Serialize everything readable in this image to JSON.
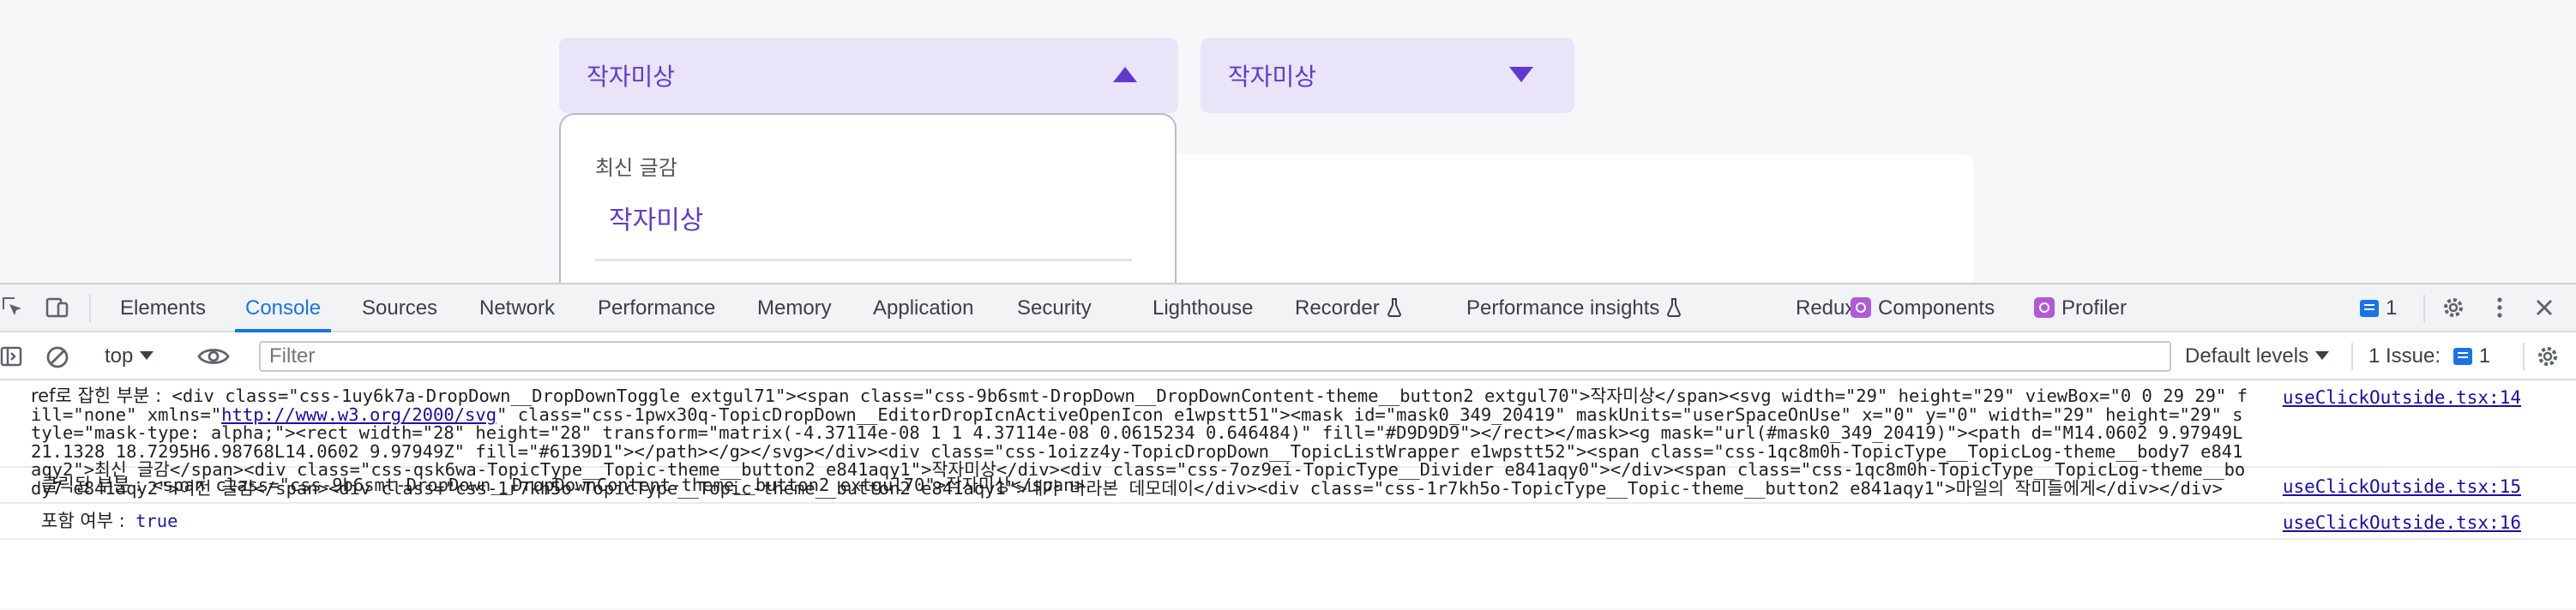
{
  "page": {
    "dropdown_open_label": "작자미상",
    "dropdown_closed_label": "작자미상",
    "panel": {
      "log_label": "최신 글감",
      "topic_label": "작자미상"
    }
  },
  "devtools": {
    "tabs": [
      {
        "label": "Elements"
      },
      {
        "label": "Console",
        "active": true
      },
      {
        "label": "Sources"
      },
      {
        "label": "Network"
      },
      {
        "label": "Performance"
      },
      {
        "label": "Memory"
      },
      {
        "label": "Application"
      },
      {
        "label": "Security"
      },
      {
        "label": "Lighthouse"
      },
      {
        "label": "Recorder"
      },
      {
        "label": "Performance insights"
      },
      {
        "label": "Redux"
      },
      {
        "label": "Components"
      },
      {
        "label": "Profiler"
      }
    ],
    "message_count": "1",
    "filter": {
      "context": "top",
      "placeholder": "Filter",
      "levels": "Default levels",
      "issues_label": "1 Issue:",
      "issues_count": "1"
    },
    "console_rows": [
      {
        "label": "ref로 잡힌 부분 :",
        "value": " <div class=\"css-1uy6k7a-DropDown__DropDownToggle extgul71\"><span class=\"css-9b6smt-DropDown__DropDownContent-theme__button2 extgul70\">작자미상</span><svg width=\"29\" height=\"29\" viewBox=\"0 0 29 29\" fill=\"none\" xmlns=\"",
        "link": "http://www.w3.org/2000/svg",
        "value_after": "\" class=\"css-1pwx30q-TopicDropDown__EditorDropIcnActiveOpenIcon e1wpstt51\"><mask id=\"mask0_349_20419\" maskUnits=\"userSpaceOnUse\" x=\"0\" y=\"0\" width=\"29\" height=\"29\" style=\"mask-type: alpha;\"><rect width=\"28\" height=\"28\" transform=\"matrix(-4.37114e-08 1 1 4.37114e-08 0.0615234 0.646484)\" fill=\"#D9D9D9\"></rect></mask><g mask=\"url(#mask0_349_20419)\"><path d=\"M14.0602 9.97949L21.1328 18.7295H6.98768L14.0602 9.97949Z\" fill=\"#6139D1\"></path></g></svg></div><div class=\"css-1oizz4y-TopicDropDown__TopicListWrapper e1wpstt52\"><span class=\"css-1qc8m0h-TopicType__TopicLog-theme__body7 e841aqy2\">최신 글감</span><div class=\"css-qsk6wa-TopicType__Topic-theme__button2 e841aqy1\">작자미상</div><div class=\"css-7oz9ei-TopicType__Divider e841aqy0\"></div><span class=\"css-1qc8m0h-TopicType__TopicLog-theme__body7 e841aqy2\">이전 글감</span><div class=\"css-1r7kh5o-TopicType__Topic-theme__button2 e841aqy1\">내가 바라본 데모데이</div><div class=\"css-1r7kh5o-TopicType__Topic-theme__button2 e841aqy1\">마일의 작미들에게</div></div>",
        "source": "useClickOutside.tsx:14"
      },
      {
        "label": "클릭된 부분 :",
        "value": " <span class=\"css-9b6smt-DropDown__DropDownContent-theme__button2 extgul70\">작자미상</span>",
        "source": "useClickOutside.tsx:15"
      },
      {
        "label": "포함 여부 :",
        "value": "true",
        "source": "useClickOutside.tsx:16"
      }
    ]
  }
}
